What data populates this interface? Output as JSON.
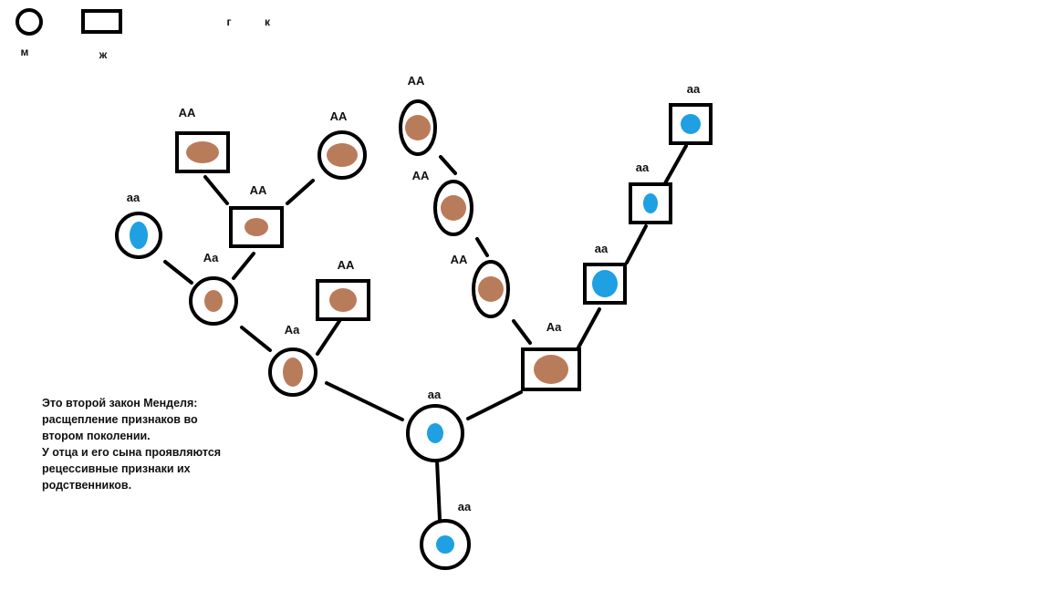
{
  "legend": {
    "male_label": "м",
    "female_label": "ж",
    "extra_letters": [
      "г",
      "к"
    ]
  },
  "colors": {
    "dominant": "#b97c5b",
    "recessive": "#1ea0e2",
    "outline": "#000000"
  },
  "people": [
    {
      "id": "gf-paternal-father",
      "sex": "female",
      "genotype": "AA",
      "trait": "dominant"
    },
    {
      "id": "gm-paternal-mother",
      "sex": "male",
      "genotype": "AA",
      "trait": "dominant"
    },
    {
      "id": "grandfather",
      "sex": "female",
      "genotype": "AA",
      "trait": "dominant"
    },
    {
      "id": "grandmother",
      "sex": "male",
      "genotype": "aa",
      "trait": "recessive"
    },
    {
      "id": "father-parent",
      "sex": "male",
      "genotype": "Aa",
      "trait": "dominant"
    },
    {
      "id": "father-other",
      "sex": "female",
      "genotype": "AA",
      "trait": "dominant"
    },
    {
      "id": "father",
      "sex": "male",
      "genotype": "Aa",
      "trait": "dominant"
    },
    {
      "id": "chain-1",
      "sex": "male",
      "genotype": "AA",
      "trait": "dominant"
    },
    {
      "id": "chain-2",
      "sex": "male",
      "genotype": "AA",
      "trait": "dominant"
    },
    {
      "id": "chain-3",
      "sex": "male",
      "genotype": "AA",
      "trait": "dominant"
    },
    {
      "id": "mother",
      "sex": "female",
      "genotype": "Aa",
      "trait": "dominant"
    },
    {
      "id": "right-1",
      "sex": "female",
      "genotype": "aa",
      "trait": "recessive"
    },
    {
      "id": "right-2",
      "sex": "female",
      "genotype": "aa",
      "trait": "recessive"
    },
    {
      "id": "right-3",
      "sex": "female",
      "genotype": "aa",
      "trait": "recessive"
    },
    {
      "id": "center",
      "sex": "male",
      "genotype": "aa",
      "trait": "recessive"
    },
    {
      "id": "son",
      "sex": "male",
      "genotype": "aa",
      "trait": "recessive"
    }
  ],
  "note": {
    "lines": [
      "Это второй закон Менделя:",
      "расщепление признаков во",
      "втором поколении.",
      "У отца и его сына проявляются",
      "рецессивные признаки их",
      "родственников."
    ]
  }
}
